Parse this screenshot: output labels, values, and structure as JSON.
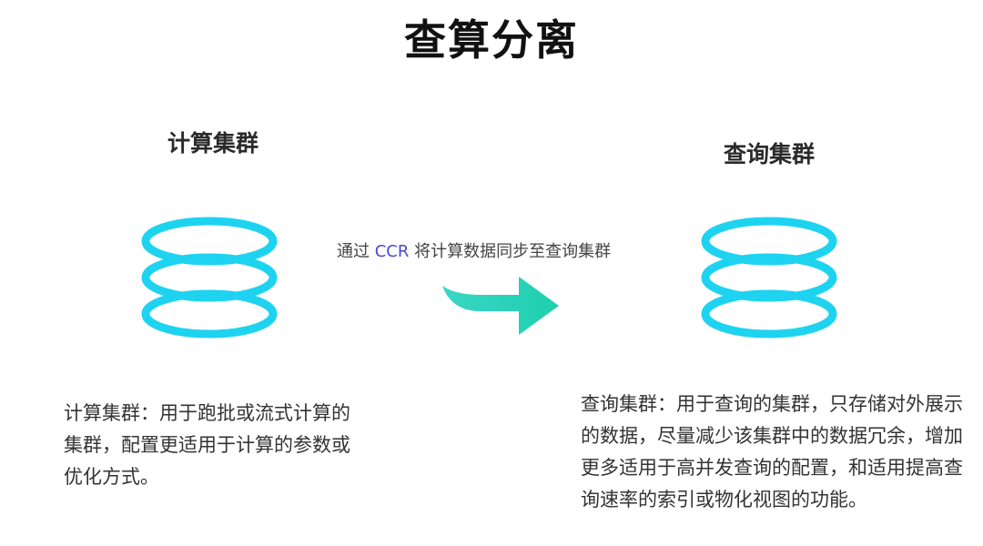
{
  "title": "查算分离",
  "compute_cluster": {
    "label": "计算集群",
    "description": "计算集群：用于跑批或流式计算的集群，配置更适用于计算的参数或优化方式。"
  },
  "query_cluster": {
    "label": "查询集群",
    "description": "查询集群：用于查询的集群，只存储对外展示的数据，尽量减少该集群中的数据冗余，增加更多适用于高并发查询的配置，和适用提高查询速率的索引或物化视图的功能。"
  },
  "sync": {
    "prefix": "通过",
    "ccr": "CCR",
    "suffix": "将计算数据同步至查询集群"
  },
  "icons": {
    "database": "database-icon",
    "arrow": "arrow-right-icon"
  },
  "colors": {
    "database_stroke": "#1ED3F0",
    "arrow_fill": "#22D3B6",
    "ccr_text": "#4A4AD0"
  }
}
